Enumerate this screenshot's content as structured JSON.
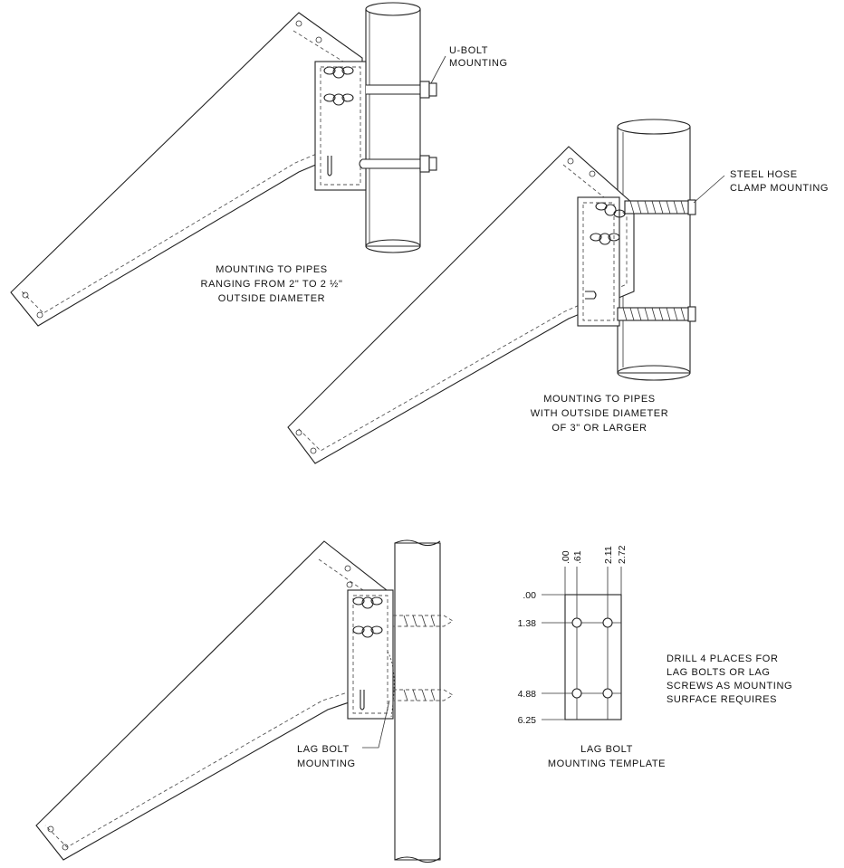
{
  "labels": {
    "ubolt": [
      "U-BOLT",
      "MOUNTING"
    ],
    "pipes_small": [
      "MOUNTING TO PIPES",
      "RANGING FROM 2\" TO 2 ½\"",
      "OUTSIDE DIAMETER"
    ],
    "hose": [
      "STEEL HOSE",
      "CLAMP MOUNTING"
    ],
    "pipes_large": [
      "MOUNTING TO PIPES",
      "WITH OUTSIDE DIAMETER",
      "OF 3\" OR LARGER"
    ],
    "lag": [
      "LAG BOLT",
      "MOUNTING"
    ],
    "template_title": [
      "LAG BOLT",
      "MOUNTING TEMPLATE"
    ],
    "drill_note": [
      "DRILL 4 PLACES FOR",
      "LAG BOLTS OR LAG",
      "SCREWS AS MOUNTING",
      "SURFACE REQUIRES"
    ]
  },
  "template": {
    "x_dims": [
      ".00",
      ".61",
      "2.11",
      "2.72"
    ],
    "y_dims": [
      ".00",
      "1.38",
      "4.88",
      "6.25"
    ]
  }
}
